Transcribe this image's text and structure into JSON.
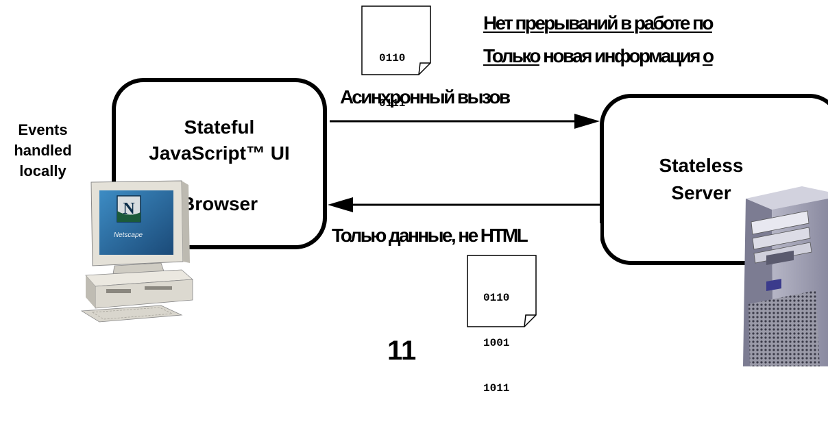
{
  "headline": {
    "line1": "Нет прерываний в работе по",
    "line2_part1": "Только",
    "line2_part2": " новая информация ",
    "line2_part3": "о"
  },
  "client_box": {
    "line1": "Stateful",
    "line2": "JavaScript™ UI",
    "line3": "Browser"
  },
  "server_box": {
    "line1": "Stateless",
    "line2": "Server"
  },
  "events_label": {
    "line1": "Events",
    "line2": "handled",
    "line3": "locally"
  },
  "async_call_label": "Асинхронный вызов",
  "data_only_label": "Толью данные, не HTML",
  "doc_top": {
    "line1": "0110",
    "line2": "0111"
  },
  "doc_bottom": {
    "line1": "0110",
    "line2": "1001",
    "line3": "1011"
  },
  "slide_number": "11",
  "monitor_logo": {
    "letter": "N",
    "word": "Netscape"
  }
}
